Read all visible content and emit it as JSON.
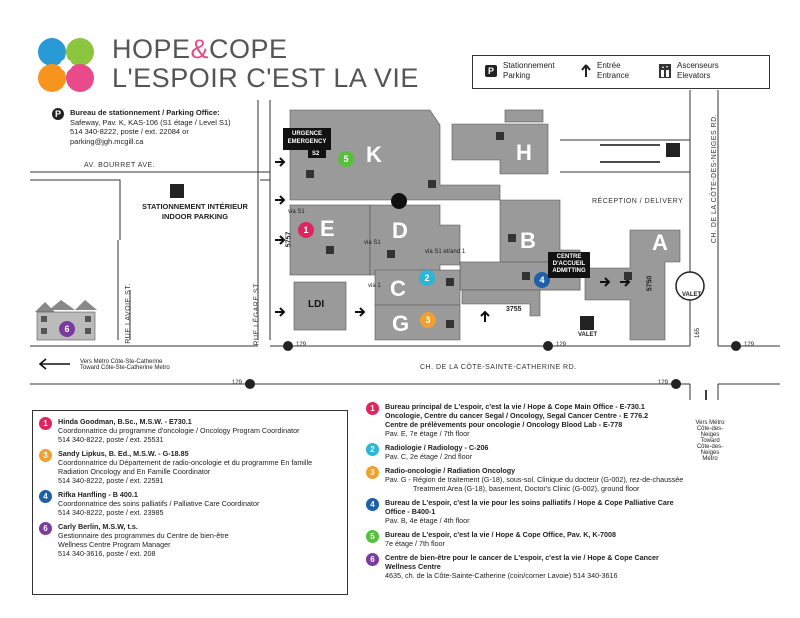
{
  "colors": {
    "building": "#9a9a9a",
    "circle1": "#e0245e",
    "circle2": "#2bb5d8",
    "circle3": "#f0a030",
    "circle4": "#1f5fa8",
    "circle5": "#55c03a",
    "circle6": "#7a3aa0",
    "logo_blue": "#2a9ad6",
    "logo_green": "#8cc63e",
    "logo_orange": "#f7941d",
    "logo_pink": "#e84a8a"
  },
  "logo": {
    "line1_a": "HOPE",
    "line1_amp": "&",
    "line1_b": "COPE",
    "line2": "L'ESPOIR C'EST LA VIE"
  },
  "legend": {
    "parking_fr": "Stationnement",
    "parking_en": "Parking",
    "entrance_fr": "Entrée",
    "entrance_en": "Entrance",
    "elevators_fr": "Ascenseurs",
    "elevators_en": "Elevators"
  },
  "parking_office": {
    "title": "Bureau de stationnement / Parking Office:",
    "line1": "Safeway, Pav. K, KAS-106 (S1 étage / Level S1)",
    "line2": "514 340-8222, poste / ext. 22084 or",
    "line3": "parking@jgh.mcgill.ca"
  },
  "indoor_parking": {
    "fr": "STATIONNEMENT INTÉRIEUR",
    "en": "INDOOR PARKING"
  },
  "streets": {
    "bourret": "AV. BOURRET AVE.",
    "legare": "RUE LÉGARE ST.",
    "lavoie": "RUE LAVOIE ST.",
    "cote_ste_catherine": "CH. DE LA CÔTE-SAINTE-CATHERINE RD.",
    "cote_des_neiges": "CH. DE LA CÔTE-DES-NEIGES RD."
  },
  "map_labels": {
    "urgence": "URGENCE",
    "emergency": "EMERGENCY",
    "s2": "S2",
    "reception": "RÉCEPTION / DELIVERY",
    "centre_accueil": "CENTRE",
    "centre_accueil2": "D'ACCUEIL",
    "admitting": "ADMITTING",
    "ldi": "LDI",
    "valet": "VALET",
    "num_3755": "3755",
    "num_5757": "5757",
    "num_5750": "5750",
    "via_s1_a": "via S1",
    "via_s1_b": "via S1",
    "via_s1_c": "via S1 et/and 1",
    "via_1": "via 1",
    "bus_129": "129",
    "bus_165": "165",
    "metro_ste_catherine_fr": "Vers Métro Côte-Ste-Catherine",
    "metro_ste_catherine_en": "Toward Côte-Ste-Catherine Metro",
    "metro_cdn_1": "Vers Métro",
    "metro_cdn_2": "Côte-des-Neiges",
    "metro_cdn_3": "Toward",
    "metro_cdn_4": "Côte-des-Neiges",
    "metro_cdn_5": "Metro"
  },
  "buildings": [
    "K",
    "H",
    "E",
    "D",
    "B",
    "A",
    "C",
    "G"
  ],
  "contacts": [
    {
      "num": "1",
      "name": "Hinda Goodman, B.Sc., M.S.W. - E730.1",
      "role": "Coordonnatrice du programme d'oncologie / Oncology Program Coordinator",
      "phone": "514 340-8222, poste / ext. 25531"
    },
    {
      "num": "3",
      "name": "Sandy Lipkus, B. Ed., M.S.W. - G-18.85",
      "role": "Coordonnatrice du Département de radio-oncologie et du programme En famille",
      "role2": "Radiation Oncology and En Famille Coordinator",
      "phone": "514 340-8222, poste / ext. 22591"
    },
    {
      "num": "4",
      "name": "Rifka Hanfling - B 400.1",
      "role": "Coordonnatrice des soins palliatifs / Palliative Care Coordinator",
      "phone": "514 340-8222, poste / ext. 23985"
    },
    {
      "num": "6",
      "name": "Carly Berlin, M.S.W, t.s.",
      "role": "Gestionnaire des programmes du Centre de bien-être",
      "role2": "Wellness Centre Program Manager",
      "phone": "514 340-3616, poste / ext. 208"
    }
  ],
  "locations": [
    {
      "num": "1",
      "l1": "Bureau principal de L'espoir, c'est la vie / Hope & Cope Main Office - E-730.1",
      "l2": "Oncologie, Centre du cancer Segal / Oncology, Segal Cancer Centre - E 776.2",
      "l3": "Centre de prélèvements pour oncologie / Oncology Blood Lab - E-778",
      "l4": "Pav. E, 7e étage / 7th floor"
    },
    {
      "num": "2",
      "l1": "Radiologie / Radiology - C-206",
      "l2": "Pav. C, 2e étage / 2nd floor"
    },
    {
      "num": "3",
      "l1": "Radio-oncologie / Radiation Oncology",
      "l2": "Pav. G -  Région de traitement (G-18), sous-sol, Clinique du docteur (G-002), rez-de-chaussée",
      "l3": "Treatment Area (G-18), basement, Doctor's Clinic (G-002), ground floor"
    },
    {
      "num": "4",
      "l1": "Bureau de L'espoir, c'est la vie pour les soins palliatifs / Hope & Cope Palliative Care Office - B400-1",
      "l2": "Pav. B, 4e étage / 4th floor"
    },
    {
      "num": "5",
      "l1": "Bureau de L'espoir, c'est la vie / Hope & Cope Office, Pav. K, K-7008",
      "l2": "7e étage / 7th floor"
    },
    {
      "num": "6",
      "l1": "Centre de bien-être pour le cancer de L'espoir, c'est la vie / Hope & Cope Cancer Wellness Centre",
      "l2": "4635, ch. de la Côte-Sainte-Catherine (coin/corner Lavoie)  514 340-3616"
    }
  ]
}
